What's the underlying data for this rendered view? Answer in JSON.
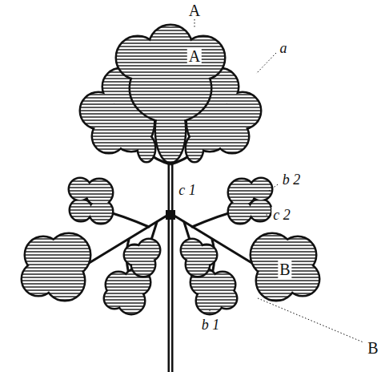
{
  "diagram": {
    "labels": [
      "A",
      "A",
      "a",
      "b 2",
      "c 1",
      "c 2",
      "B",
      "b 1",
      "B"
    ]
  }
}
